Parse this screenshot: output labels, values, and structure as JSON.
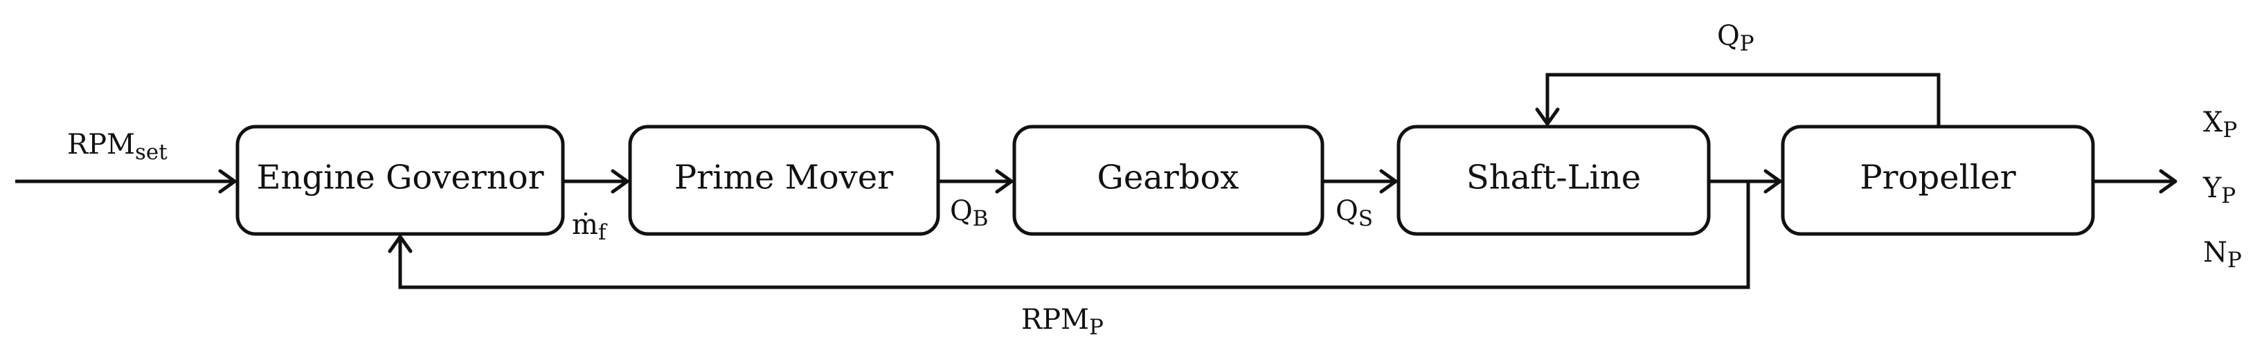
{
  "blocks": {
    "engine_governor": "Engine Governor",
    "prime_mover": "Prime Mover",
    "gearbox": "Gearbox",
    "shaft_line": "Shaft-Line",
    "propeller": "Propeller"
  },
  "signals": {
    "rpm_set": {
      "base": "RPM",
      "sub": "set"
    },
    "m_f": {
      "base": "ṁ",
      "sub": "f"
    },
    "q_b": {
      "base": "Q",
      "sub": "B"
    },
    "q_s": {
      "base": "Q",
      "sub": "S"
    },
    "q_p": {
      "base": "Q",
      "sub": "P"
    },
    "rpm_p": {
      "base": "RPM",
      "sub": "P"
    },
    "x_p": {
      "base": "X",
      "sub": "P"
    },
    "y_p": {
      "base": "Y",
      "sub": "P"
    },
    "n_p": {
      "base": "N",
      "sub": "P"
    }
  }
}
